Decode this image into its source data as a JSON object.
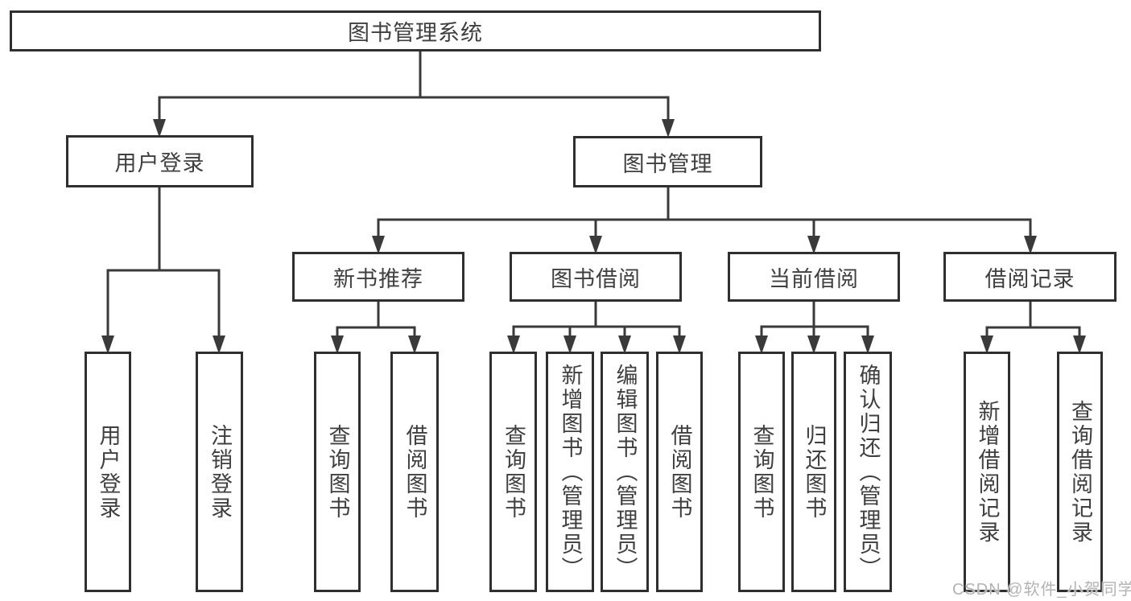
{
  "diagram": {
    "title": "图书管理系统",
    "level2": {
      "user_login": "用户登录",
      "book_management": "图书管理"
    },
    "level3": {
      "new_book_recommend": "新书推荐",
      "book_borrowing": "图书借阅",
      "current_borrowing": "当前借阅",
      "borrowing_records": "借阅记录"
    },
    "leaves": {
      "user_login": "用户登录",
      "logout": "注销登录",
      "recommend_query_books": "查询图书",
      "recommend_borrow_books": "借阅图书",
      "borrowing_query_books": "查询图书",
      "borrowing_add_books": "新增图书（管理员）",
      "borrowing_edit_books": "编辑图书（管理员）",
      "borrowing_borrow_books": "借阅图书",
      "current_query_books": "查询图书",
      "current_return_books": "归还图书",
      "current_confirm_return": "确认归还（管理员）",
      "records_add_record": "新增借阅记录",
      "records_query_record": "查询借阅记录"
    }
  },
  "watermark": {
    "text": "CSDN @软件_小贺同学",
    "color": "#b3b3b3"
  },
  "colors": {
    "line": "#3a3a3a",
    "border": "#2f2f2f",
    "text": "#3f3f3f",
    "background": "#ffffff"
  }
}
